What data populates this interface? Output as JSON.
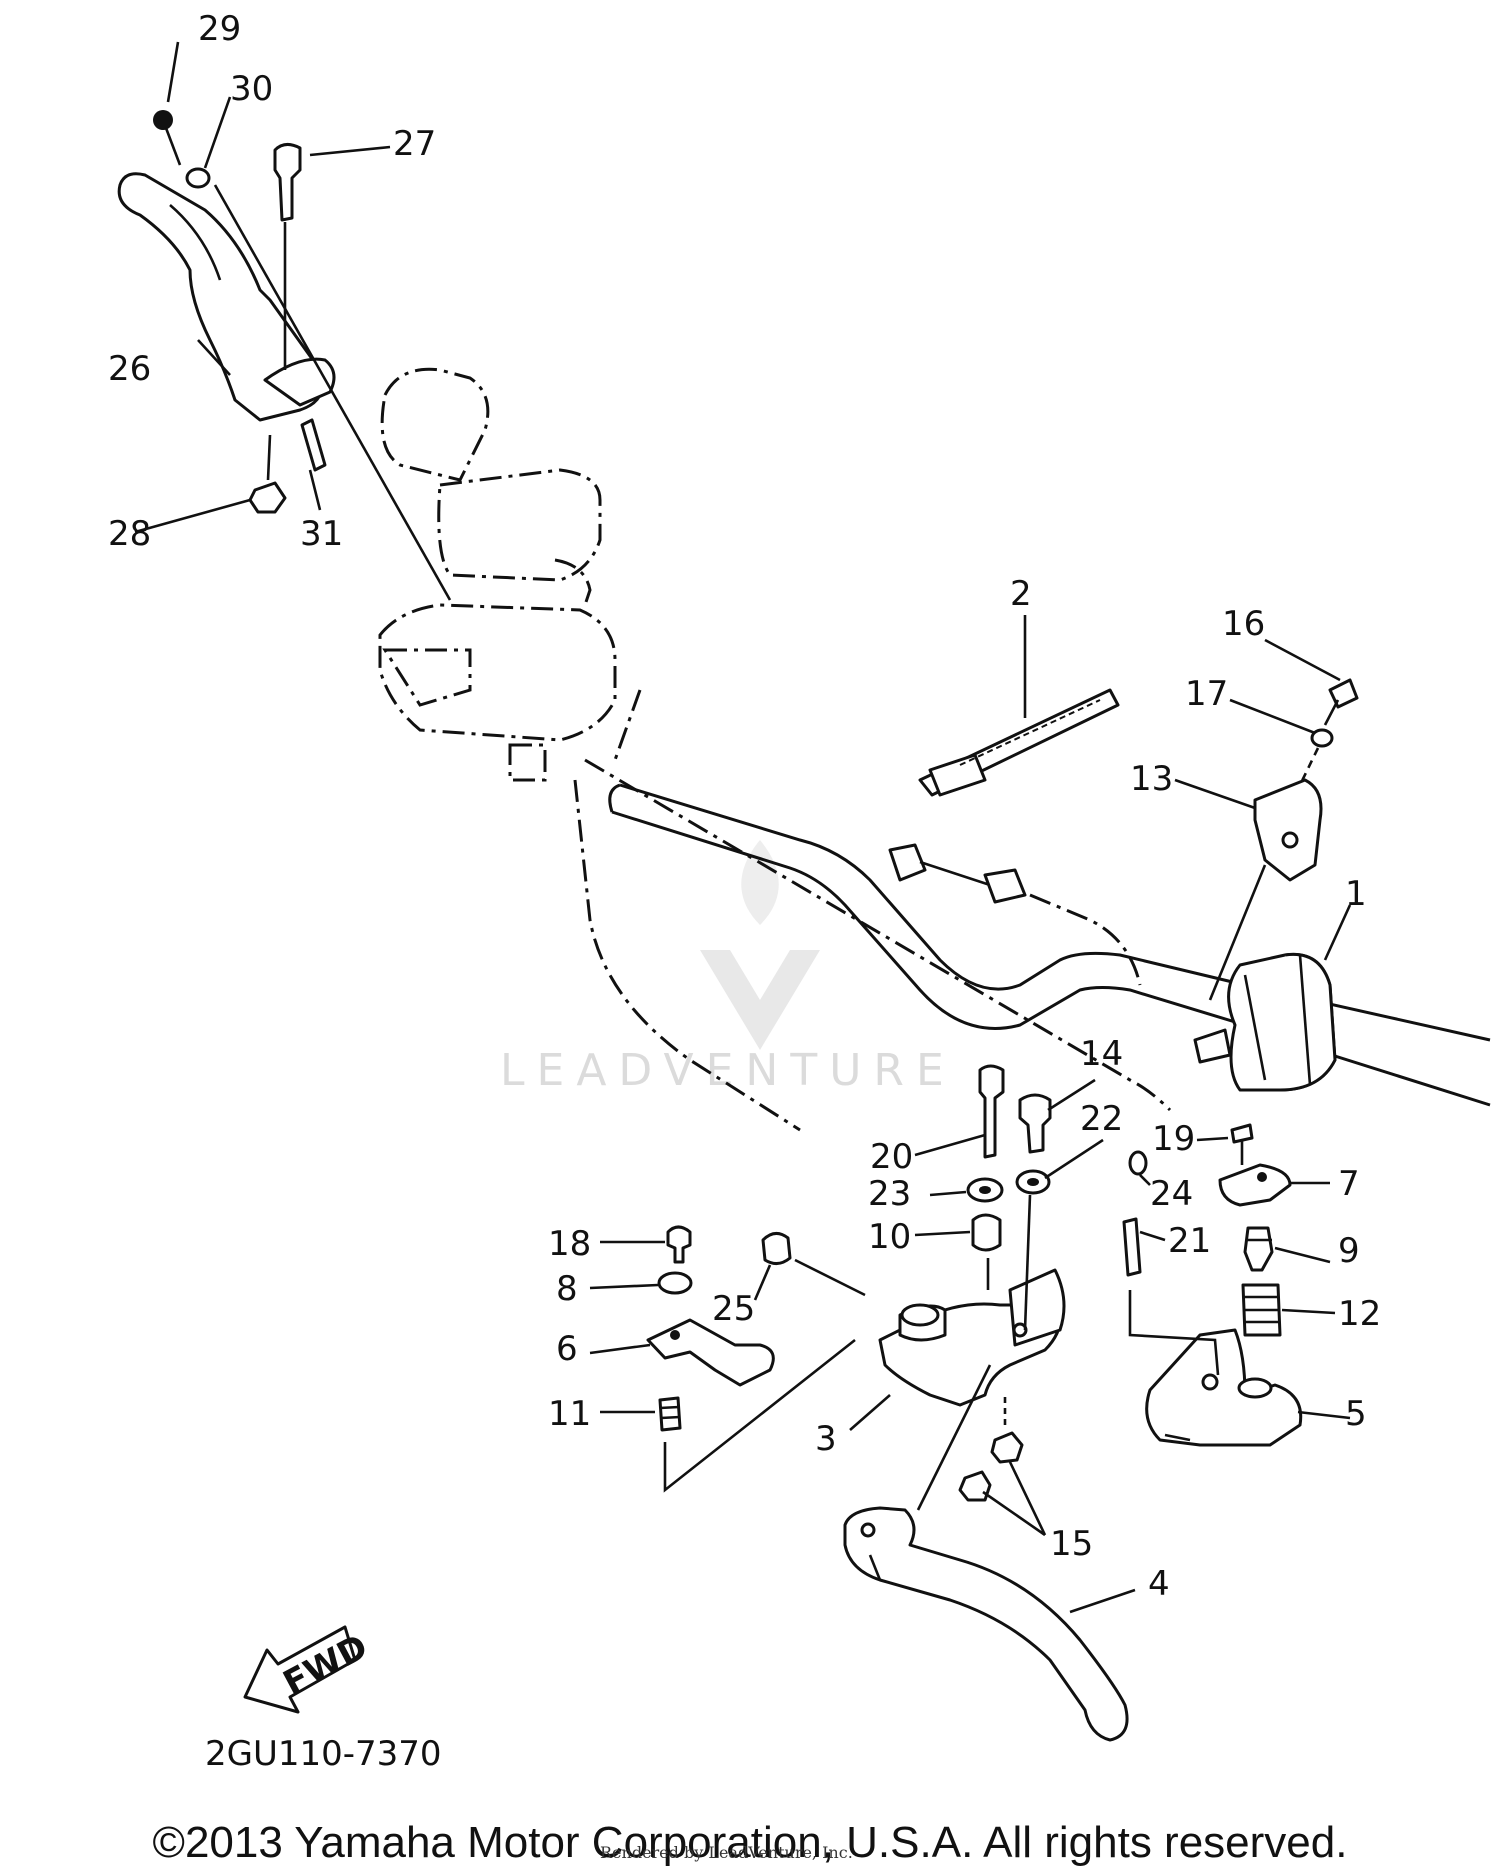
{
  "diagram": {
    "callouts": [
      {
        "id": "29",
        "text": "29"
      },
      {
        "id": "30",
        "text": "30"
      },
      {
        "id": "27",
        "text": "27"
      },
      {
        "id": "26",
        "text": "26"
      },
      {
        "id": "28",
        "text": "28"
      },
      {
        "id": "31",
        "text": "31"
      },
      {
        "id": "2",
        "text": "2"
      },
      {
        "id": "16",
        "text": "16"
      },
      {
        "id": "17",
        "text": "17"
      },
      {
        "id": "13",
        "text": "13"
      },
      {
        "id": "1",
        "text": "1"
      },
      {
        "id": "14",
        "text": "14"
      },
      {
        "id": "22",
        "text": "22"
      },
      {
        "id": "20",
        "text": "20"
      },
      {
        "id": "19",
        "text": "19"
      },
      {
        "id": "24",
        "text": "24"
      },
      {
        "id": "7",
        "text": "7"
      },
      {
        "id": "23",
        "text": "23"
      },
      {
        "id": "18",
        "text": "18"
      },
      {
        "id": "10",
        "text": "10"
      },
      {
        "id": "21",
        "text": "21"
      },
      {
        "id": "9",
        "text": "9"
      },
      {
        "id": "8",
        "text": "8"
      },
      {
        "id": "25",
        "text": "25"
      },
      {
        "id": "12",
        "text": "12"
      },
      {
        "id": "6",
        "text": "6"
      },
      {
        "id": "11",
        "text": "11"
      },
      {
        "id": "3",
        "text": "3"
      },
      {
        "id": "5",
        "text": "5"
      },
      {
        "id": "15",
        "text": "15"
      },
      {
        "id": "4",
        "text": "4"
      }
    ],
    "fwd_label": "FWD",
    "drawing_number": "2GU110-7370"
  },
  "watermark": {
    "text": "LEADVENTURE"
  },
  "footer": {
    "copyright": "©2013 Yamaha Motor Corporation, U.S.A. All rights reserved.",
    "render_credit": "Rendered by LeadVenture, Inc."
  }
}
